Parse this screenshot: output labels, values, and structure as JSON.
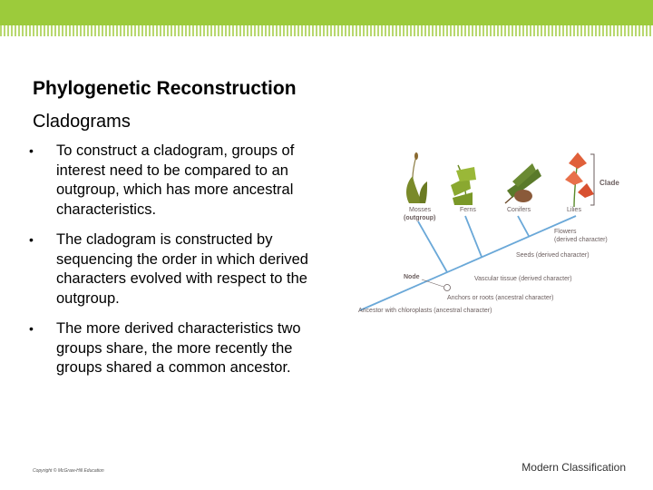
{
  "slide": {
    "title": "Phylogenetic Reconstruction",
    "subtitle": "Cladograms",
    "bullet_marker": "•",
    "bullets": [
      "To construct a cladogram, groups of interest need to be compared to an outgroup, which has more ancestral characteristics.",
      "The cladogram is constructed by sequencing the order in which derived characters evolved with respect to the outgroup.",
      "The more derived characteristics two groups share, the more recently the groups shared a common ancestor."
    ]
  },
  "cladogram": {
    "taxa": [
      "Mosses",
      "Ferns",
      "Conifers",
      "Lilies"
    ],
    "outgroup_note": "(outgroup)",
    "clade_label": "Clade",
    "node_label": "Node",
    "characters": {
      "flowers": "Flowers",
      "flowers_note": "(derived character)",
      "seeds": "Seeds (derived character)",
      "vascular": "Vascular tissue (derived character)",
      "anchors": "Anchors or roots (ancestral character)",
      "ancestor": "Ancestor with chloroplasts (ancestral character)"
    },
    "colors": {
      "lines": "#6aa8d8",
      "labels": "#6b5e5e",
      "moss": "#7a8a2a",
      "fern": "#8aa830",
      "conifer": "#5a7a2a",
      "lily": "#e0603a"
    }
  },
  "footer": {
    "copyright": "Copyright © McGraw-Hill Education",
    "section": "Modern Classification"
  },
  "theme": {
    "top_bar": "#9ccb3b",
    "stripe": "#b8d86f"
  }
}
